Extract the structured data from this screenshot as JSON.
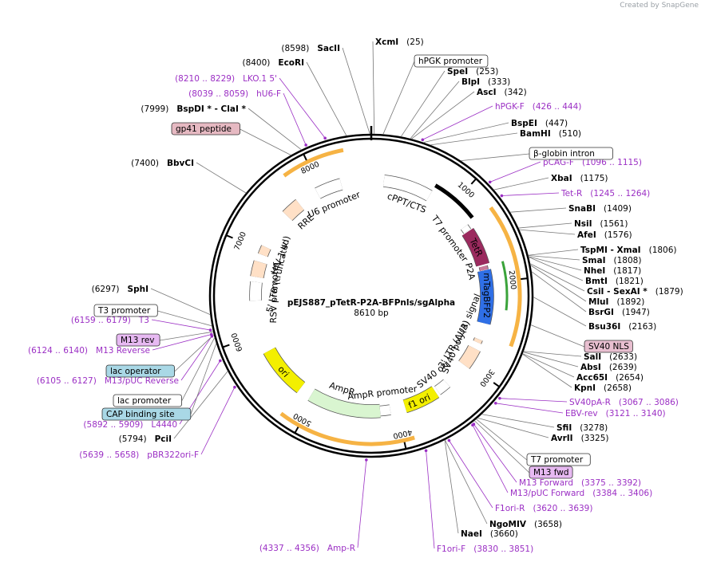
{
  "credit": "Created by SnapGene",
  "plasmid": {
    "name": "pEJS887_pTetR-P2A-BFPnls/sgAlpha",
    "size": "8610 bp",
    "length": 8610
  },
  "ticks": [
    "1000",
    "2000",
    "3000",
    "4000",
    "5000",
    "6000",
    "7000",
    "8000"
  ],
  "features": [
    {
      "label": "TetR",
      "color": "#9b2a5e"
    },
    {
      "label": "mTagBFP2",
      "color": "#2f6fe6"
    },
    {
      "label": "P2A",
      "color": "#c77a9a"
    },
    {
      "label": "ori",
      "color": "#f3ef00"
    },
    {
      "label": "f1 ori",
      "color": "#f3ef00"
    },
    {
      "label": "AmpR",
      "color": "#d9f5d0"
    },
    {
      "label": "AmpR promoter",
      "color": "#ffffff"
    },
    {
      "label": "SV40 ori",
      "color": "#ffffff"
    },
    {
      "label": "T7 promoter",
      "color": "#ffffff"
    },
    {
      "label": "cPPT/CTS",
      "color": "#ffffff"
    },
    {
      "label": "U6 promoter",
      "color": "#ffffff"
    },
    {
      "label": "RRE",
      "color": "#ffe0c6"
    },
    {
      "label": "HIV-1 Ψ",
      "color": "#ffe0c6"
    },
    {
      "label": "5' LTR (truncated)",
      "color": "#ffe0c6"
    },
    {
      "label": "RSV promoter",
      "color": "#ffffff"
    },
    {
      "label": "SV40 poly(A) signal",
      "color": "#ffe0c6"
    },
    {
      "label": "3' LTR (ΔU3)",
      "color": "#ffe0c6"
    }
  ],
  "sites": [
    {
      "name": "XcmI",
      "pos": "(25)"
    },
    {
      "name": "SpeI",
      "pos": "(253)"
    },
    {
      "name": "BlpI",
      "pos": "(333)"
    },
    {
      "name": "AscI",
      "pos": "(342)"
    },
    {
      "name": "BspEI",
      "pos": "(447)"
    },
    {
      "name": "BamHI",
      "pos": "(510)"
    },
    {
      "name": "XbaI",
      "pos": "(1175)"
    },
    {
      "name": "SnaBI",
      "pos": "(1409)"
    },
    {
      "name": "NsiI",
      "pos": "(1561)"
    },
    {
      "name": "AfeI",
      "pos": "(1576)"
    },
    {
      "name": "TspMI - XmaI",
      "pos": "(1806)"
    },
    {
      "name": "SmaI",
      "pos": "(1808)"
    },
    {
      "name": "NheI",
      "pos": "(1817)"
    },
    {
      "name": "BmtI",
      "pos": "(1821)"
    },
    {
      "name": "CsiI - SexAI *",
      "pos": "(1879)"
    },
    {
      "name": "MluI",
      "pos": "(1892)"
    },
    {
      "name": "BsrGI",
      "pos": "(1947)"
    },
    {
      "name": "Bsu36I",
      "pos": "(2163)"
    },
    {
      "name": "SalI",
      "pos": "(2633)"
    },
    {
      "name": "AbsI",
      "pos": "(2639)"
    },
    {
      "name": "Acc65I",
      "pos": "(2654)"
    },
    {
      "name": "KpnI",
      "pos": "(2658)"
    },
    {
      "name": "SfiI",
      "pos": "(3278)"
    },
    {
      "name": "AvrII",
      "pos": "(3325)"
    },
    {
      "name": "NgoMIV",
      "pos": "(3658)"
    },
    {
      "name": "NaeI",
      "pos": "(3660)"
    },
    {
      "name": "PciI",
      "pos": "(5794)"
    },
    {
      "name": "SphI",
      "pos": "(6297)"
    },
    {
      "name": "BbvCI",
      "pos": "(7400)"
    },
    {
      "name": "BspDI * - ClaI *",
      "pos": "(7999)"
    },
    {
      "name": "EcoRI",
      "pos": "(8400)"
    },
    {
      "name": "SacII",
      "pos": "(8598)"
    }
  ],
  "primers": [
    {
      "range": "(8210 .. 8229)",
      "name": "LKO.1 5'"
    },
    {
      "range": "(8039 .. 8059)",
      "name": "hU6-F"
    },
    {
      "name": "hPGK-F",
      "range": "(426 .. 444)"
    },
    {
      "name": "pCAG-F",
      "range": "(1096 .. 1115)"
    },
    {
      "name": "Tet-R",
      "range": "(1245 .. 1264)"
    },
    {
      "name": "SV40pA-R",
      "range": "(3067 .. 3086)"
    },
    {
      "name": "EBV-rev",
      "range": "(3121 .. 3140)"
    },
    {
      "name": "M13 Forward",
      "range": "(3375 .. 3392)"
    },
    {
      "name": "M13/pUC Forward",
      "range": "(3384 .. 3406)"
    },
    {
      "name": "F1ori-R",
      "range": "(3620 .. 3639)"
    },
    {
      "name": "F1ori-F",
      "range": "(3830 .. 3851)"
    },
    {
      "range": "(4337 .. 4356)",
      "name": "Amp-R"
    },
    {
      "range": "(5639 .. 5658)",
      "name": "pBR322ori-F"
    },
    {
      "range": "(5892 .. 5909)",
      "name": "L4440"
    },
    {
      "range": "(6105 .. 6127)",
      "name": "M13/pUC Reverse"
    },
    {
      "range": "(6124 .. 6140)",
      "name": "M13 Reverse"
    },
    {
      "range": "(6159 .. 6179)",
      "name": "T3"
    }
  ],
  "boxed": [
    {
      "text": "hPGK promoter",
      "color": "#ffffff"
    },
    {
      "text": "β-globin intron",
      "color": "#ffffff"
    },
    {
      "text": "SV40 NLS",
      "color": "#e8bfd0"
    },
    {
      "text": "T7 promoter",
      "color": "#ffffff"
    },
    {
      "text": "M13 fwd",
      "color": "#e7b9f2"
    },
    {
      "text": "gp41 peptide",
      "color": "#e6b9c2"
    },
    {
      "text": "T3 promoter",
      "color": "#ffffff"
    },
    {
      "text": "M13 rev",
      "color": "#e7b9f2"
    },
    {
      "text": "lac operator",
      "color": "#a9d8e6"
    },
    {
      "text": "lac promoter",
      "color": "#ffffff"
    },
    {
      "text": "CAP binding site",
      "color": "#a9d8e6"
    }
  ],
  "colors": {
    "backbone": "#000000",
    "enzyme": "#000000",
    "primer": "#9b2fc4",
    "orf_arc": "#f5a623"
  }
}
